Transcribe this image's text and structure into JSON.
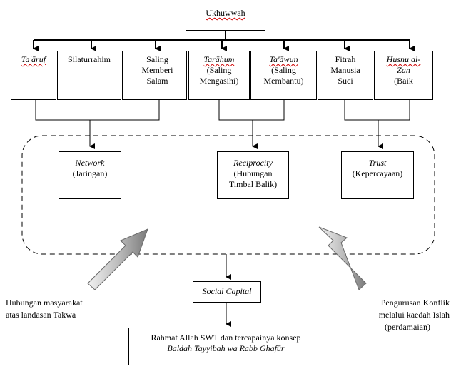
{
  "top": {
    "title": "Ukhuwwah"
  },
  "row1": [
    {
      "lines": [
        "Ta'āruf"
      ],
      "italic": [
        true
      ]
    },
    {
      "lines": [
        "Silaturrahim"
      ],
      "italic": [
        false
      ]
    },
    {
      "lines": [
        "Saling",
        "Memberi",
        "Salam"
      ],
      "italic": [
        false,
        false,
        false
      ]
    },
    {
      "lines": [
        "Tarāhum",
        "(Saling",
        "Mengasihi)"
      ],
      "italic": [
        true,
        false,
        false
      ]
    },
    {
      "lines": [
        "Ta'āwun",
        "(Saling",
        "Membantu)"
      ],
      "italic": [
        true,
        false,
        false
      ]
    },
    {
      "lines": [
        "Fitrah",
        "Manusia",
        "Suci"
      ],
      "italic": [
        false,
        false,
        false
      ]
    },
    {
      "lines": [
        "Husnu al-",
        "Zan",
        "(Baik"
      ],
      "italic": [
        true,
        true,
        false
      ]
    }
  ],
  "row2": [
    {
      "lines": [
        "Network",
        "(Jaringan)"
      ]
    },
    {
      "lines": [
        "Reciprocity",
        "(Hubungan",
        "Timbal Balik)"
      ]
    },
    {
      "lines": [
        "Trust",
        "(Kepercayaan)"
      ]
    }
  ],
  "social_capital": "Social Capital",
  "result": {
    "line1": "Rahmat Allah SWT dan tercapainya konsep",
    "line2": "Baldah Tayyibah wa Rabb Ghafūr"
  },
  "left_note": [
    "Hubungan masyarakat",
    "atas landasan Takwa"
  ],
  "right_note": [
    "Pengurusan Konflik",
    "melalui kaedah Islah",
    "(perdamaian)"
  ]
}
